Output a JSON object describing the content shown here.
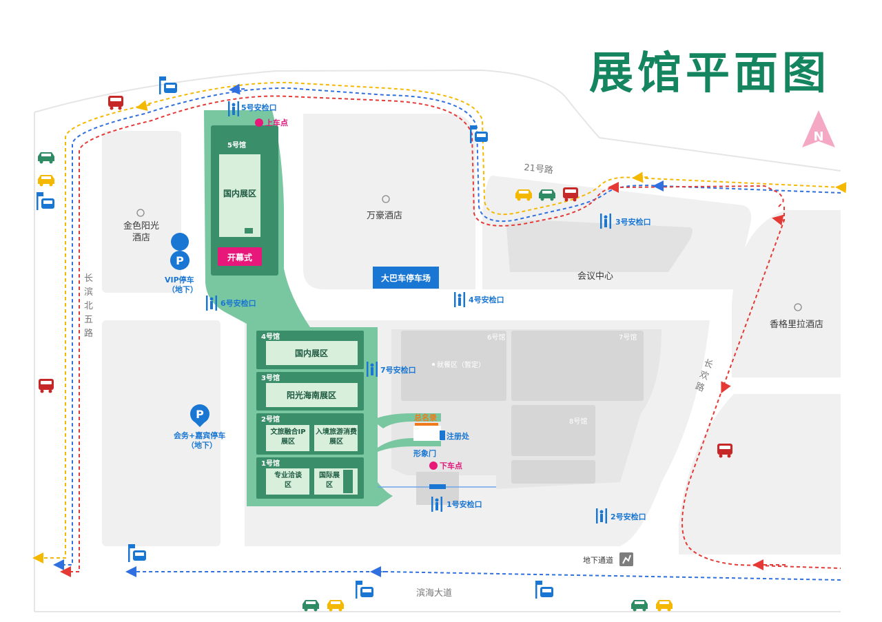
{
  "title": "展馆平面图",
  "colors": {
    "title": "#15855f",
    "hall_dark": "#3a8f6a",
    "hall_light": "#79c7a0",
    "panel": "#d8efdc",
    "pink": "#e8177a",
    "blue": "#1976d2",
    "red_route": "#e53935",
    "yellow_route": "#f5b800",
    "blue_route": "#2f6fe0"
  },
  "compass": {
    "label": "N"
  },
  "roads": {
    "road_21": "21号路",
    "changbin": "长滨北五路",
    "changhuan": "长欢路",
    "binhai": "滨海大道"
  },
  "hotels": {
    "jinse": "金色阳光酒店",
    "wanhao": "万豪酒店",
    "xianggelila": "香格里拉酒店"
  },
  "buildings": {
    "conference": "会议中心",
    "bus_parking": "大巴车停车场"
  },
  "halls": {
    "h5": {
      "name": "5号馆",
      "zone": "国内展区",
      "ceremony": "开幕式"
    },
    "h4": {
      "name": "4号馆",
      "zone": "国内展区"
    },
    "h3": {
      "name": "3号馆",
      "zone": "阳光海南展区"
    },
    "h2": {
      "name": "2号馆",
      "zone_a": "文旅融合IP展区",
      "zone_b": "入境旅游消费展区"
    },
    "h1": {
      "name": "1号馆",
      "zone_a": "专业洽谈区",
      "zone_b": "国际展区"
    },
    "h6": {
      "name": "6号馆",
      "sub": "就餐区（暂定）"
    },
    "h7": {
      "name": "7号馆"
    },
    "h8": {
      "name": "8号馆"
    }
  },
  "checkpoints": {
    "c1": "1号安检口",
    "c2": "2号安检口",
    "c3": "3号安检口",
    "c4": "4号安检口",
    "c5": "5号安检口",
    "c6": "6号安检口",
    "c7": "7号安检口"
  },
  "points": {
    "pickup": "上车点",
    "dropoff": "下车点",
    "registration": "注册处",
    "main_logo": "总名录",
    "image_gate": "形象门",
    "underpass": "地下通道"
  },
  "parking": {
    "vip_icon": "P",
    "vip": "VIP停车",
    "vip_sub": "（地下）",
    "guest_icon": "P",
    "guest": "会务+嘉宾停车",
    "guest_sub": "（地下）"
  }
}
